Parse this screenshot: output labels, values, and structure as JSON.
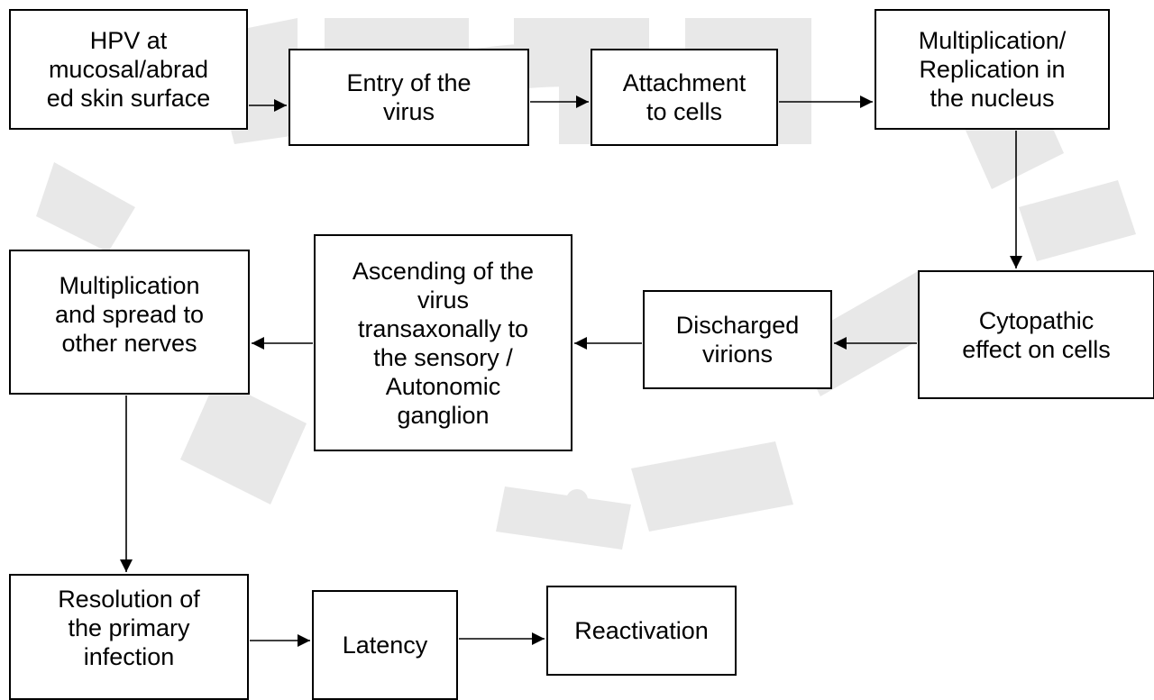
{
  "nodes": {
    "hpv": "HPV at\nmucosal/abrad\ned skin surface",
    "entry": "Entry of the\nvirus",
    "attachment": "Attachment\nto cells",
    "multiplication": "Multiplication/\nReplication in\nthe nucleus",
    "cytopathic": "Cytopathic\neffect on cells",
    "discharged": "Discharged\nvirions",
    "ascending": "Ascending of the\nvirus\ntransaxonally to\nthe sensory /\nAutonomic\nganglion",
    "spread": "Multiplication\nand spread to\nother nerves",
    "resolution": "Resolution of\nthe primary\ninfection",
    "latency": "Latency",
    "reactivation": "Reactivation"
  },
  "colors": {
    "line": "#000000",
    "box_border": "#000000",
    "watermark": "#e6e6e6"
  }
}
